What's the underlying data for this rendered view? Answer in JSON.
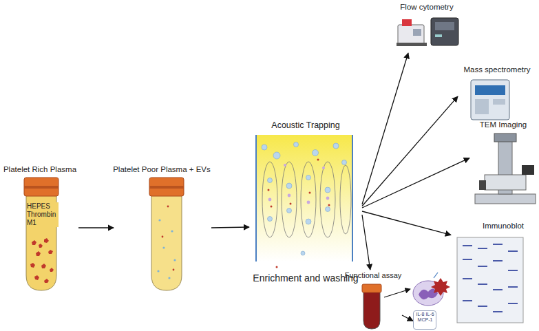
{
  "diagram": {
    "nodes": [
      {
        "text": [
          "Platelet Rich Plasma",
          "HEPES Thrombin M1"
        ]
      },
      {
        "text": [
          "Platelet Poor Plasma + EVs"
        ]
      },
      {
        "text": [
          "Acoustic Trapping",
          "Enrichment and washing"
        ]
      },
      {
        "text": [
          "Flow cytometry"
        ]
      },
      {
        "text": [
          "Mass spectrometry"
        ]
      },
      {
        "text": [
          "TEM Imaging"
        ]
      },
      {
        "text": [
          "Immunoblot"
        ]
      },
      {
        "text": [
          "Functional assay"
        ]
      },
      {
        "text": [
          "IL-8 IL-6 MCP-1"
        ]
      }
    ],
    "edges": [
      {
        "from": 0,
        "to": 1,
        "arrow": "to"
      },
      {
        "from": 1,
        "to": 2,
        "arrow": "to"
      },
      {
        "from": 2,
        "to": 3,
        "arrow": "to"
      },
      {
        "from": 2,
        "to": 4,
        "arrow": "to"
      },
      {
        "from": 2,
        "to": 5,
        "arrow": "to"
      },
      {
        "from": 2,
        "to": 6,
        "arrow": "to"
      },
      {
        "from": 2,
        "to": 7,
        "arrow": "to"
      },
      {
        "from": 7,
        "to": 8,
        "arrow": "to"
      }
    ]
  }
}
